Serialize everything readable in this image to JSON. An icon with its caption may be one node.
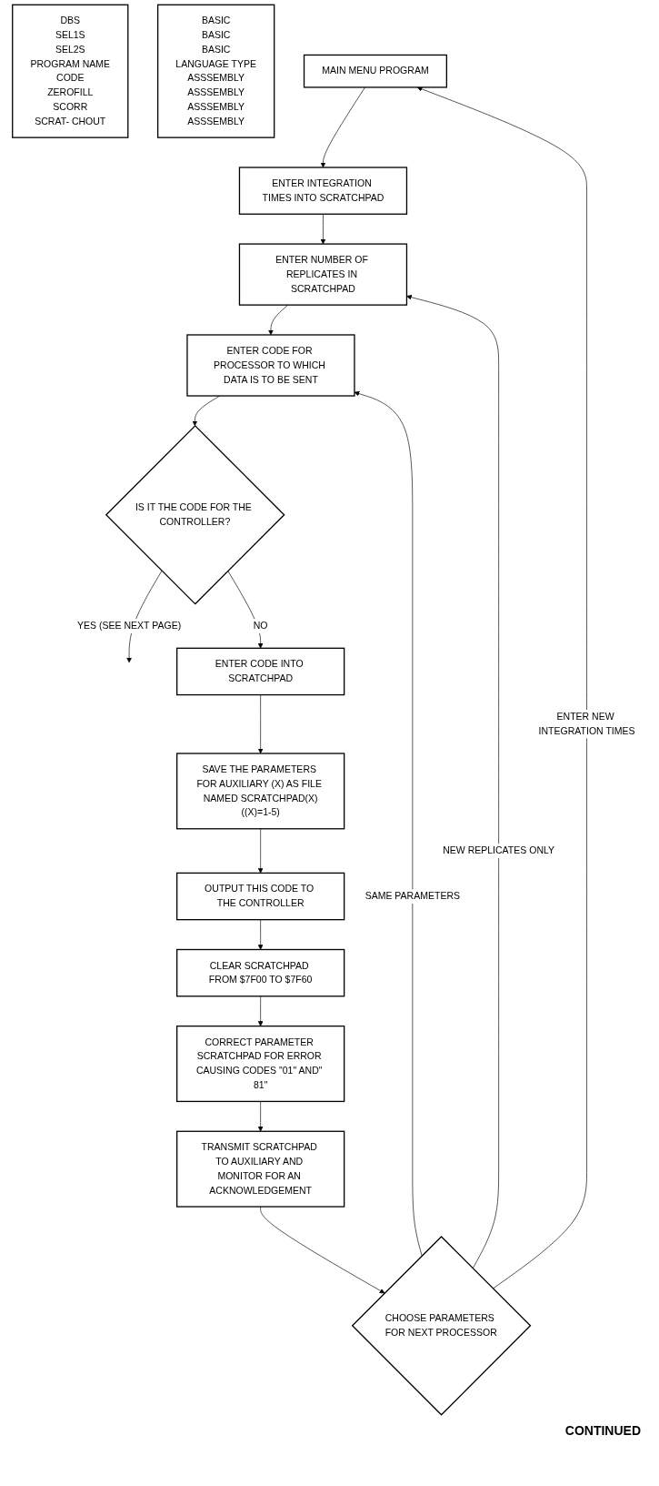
{
  "diagram": {
    "nodes": [
      {
        "text": [
          "MAIN MENU PROGRAM"
        ]
      },
      {
        "text": [
          "ENTER INTEGRATION TIMES INTO SCRATCHPAD"
        ]
      },
      {
        "text": [
          "ENTER NUMBER OF REPLICATES IN SCRATCHPAD"
        ]
      },
      {
        "text": [
          "ENTER CODE FOR PROCESSOR TO WHICH DATA IS TO BE SENT"
        ]
      },
      {
        "text": [
          "IS IT THE CODE FOR THE CONTROLLER?"
        ]
      },
      {
        "text": [
          "ENTER CODE INTO SCRATCHPAD"
        ]
      },
      {
        "text": [
          "SAVE THE PARAMETERS FOR AUXILIARY (X) AS FILE NAMED SCRATCHPAD(X)((X)=1-5)"
        ]
      },
      {
        "text": [
          "OUTPUT THIS CODE TO THE CONTROLLER"
        ]
      },
      {
        "text": [
          "CLEAR SCRATCHPAD FROM $7F00 TO $7F60"
        ]
      },
      {
        "text": [
          "CORRECT PARAMETER SCRATCHPAD FOR ERROR CAUSING CODES \"01\" AND\" 81\""
        ]
      },
      {
        "text": [
          "TRANSMIT SCRATCHPAD TO AUXILIARY AND MONITOR FOR AN ACKNOWLEDGEMENT"
        ]
      },
      {
        "text": [
          "CHOOSE PARAMETERS FOR NEXT PROCESSOR"
        ]
      },
      {
        "text": [
          "DBS",
          "SEL1S",
          "SEL2S",
          "PROGRAM NAME",
          "CODE",
          "ZEROFILL",
          "SCORR",
          "SCRAT- CHOUT"
        ]
      },
      {
        "text": [
          "BASIC",
          "BASIC",
          "BASIC",
          "LANGUAGE TYPE",
          "ASSSEMBLY",
          "ASSSEMBLY",
          "ASSSEMBLY",
          "ASSSEMBLY"
        ]
      }
    ],
    "edges": [
      {
        "from": 0,
        "to": 1,
        "arrow": "to"
      },
      {
        "from": 1,
        "to": 2,
        "arrow": "to"
      },
      {
        "from": 2,
        "to": 3,
        "arrow": "to"
      },
      {
        "from": 3,
        "to": 4,
        "arrow": "to"
      },
      {
        "from": 4,
        "to": null,
        "arrow": "to",
        "label": "YES (SEE NEXT PAGE)"
      },
      {
        "from": 4,
        "to": 5,
        "arrow": "to",
        "label": "NO"
      },
      {
        "from": 5,
        "to": 6,
        "arrow": "to"
      },
      {
        "from": 6,
        "to": 7,
        "arrow": "to"
      },
      {
        "from": 7,
        "to": 8,
        "arrow": "to"
      },
      {
        "from": 8,
        "to": 9,
        "arrow": "to"
      },
      {
        "from": 9,
        "to": 10,
        "arrow": "to"
      },
      {
        "from": 10,
        "to": 11,
        "arrow": "to"
      },
      {
        "from": 11,
        "to": 2,
        "arrow": "to",
        "label": "NEW REPLICATES ONLY"
      },
      {
        "from": 11,
        "to": 3,
        "arrow": "to",
        "label": "SAME PARAMETERS"
      },
      {
        "from": 11,
        "to": 0,
        "arrow": "to",
        "label": "ENTER NEW INTEGRATION TIMES"
      }
    ],
    "labels": [
      "CONTINUED"
    ]
  }
}
